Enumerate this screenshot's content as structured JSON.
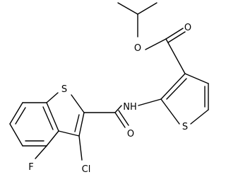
{
  "molecule": {
    "atoms": [
      {
        "id": "S1",
        "element": "S"
      },
      {
        "id": "S2",
        "element": "S"
      },
      {
        "id": "NH",
        "element": "NH"
      },
      {
        "id": "O_ester_single",
        "element": "O"
      },
      {
        "id": "O_ester_double",
        "element": "O"
      },
      {
        "id": "O_amide",
        "element": "O"
      },
      {
        "id": "Cl",
        "element": "Cl"
      },
      {
        "id": "F",
        "element": "F"
      }
    ],
    "labels": {
      "s1": "S",
      "s2": "S",
      "nh": "NH",
      "o_ester_single": "O",
      "o_ester_double": "O",
      "o_amide": "O",
      "cl": "Cl",
      "f": "F"
    }
  }
}
